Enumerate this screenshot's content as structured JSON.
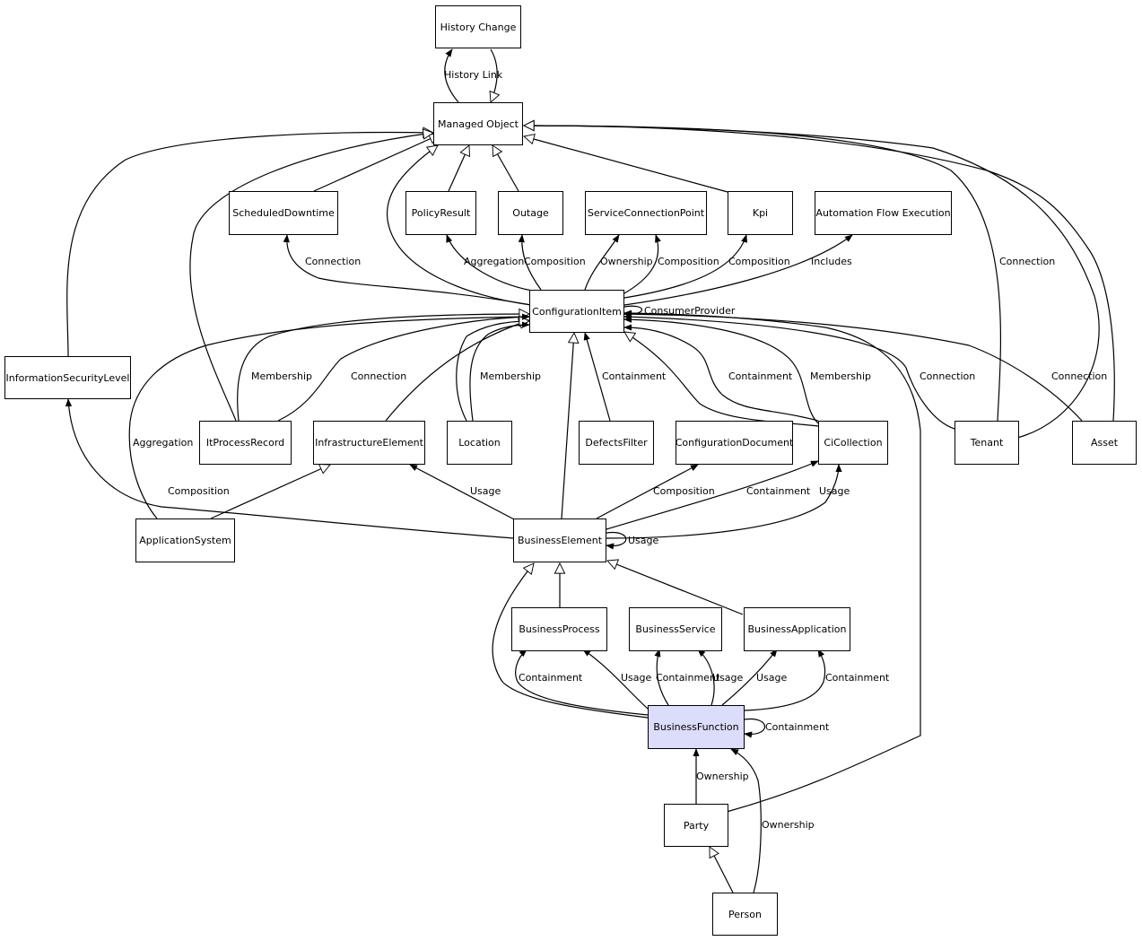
{
  "nodes": {
    "history_change": "History Change",
    "managed_object": "Managed Object",
    "scheduled_downtime": "ScheduledDowntime",
    "policy_result": "PolicyResult",
    "outage": "Outage",
    "service_connection_point": "ServiceConnectionPoint",
    "kpi": "Kpi",
    "automation_flow_execution": "Automation Flow Execution",
    "configuration_item": "ConfigurationItem",
    "information_security_level": "InformationSecurityLevel",
    "it_process_record": "ItProcessRecord",
    "infrastructure_element": "InfrastructureElement",
    "location": "Location",
    "defects_filter": "DefectsFilter",
    "configuration_document": "ConfigurationDocument",
    "ci_collection": "CiCollection",
    "tenant": "Tenant",
    "asset": "Asset",
    "application_system": "ApplicationSystem",
    "business_element": "BusinessElement",
    "business_process": "BusinessProcess",
    "business_service": "BusinessService",
    "business_application": "BusinessApplication",
    "business_function": "BusinessFunction",
    "party": "Party",
    "person": "Person"
  },
  "edge_labels": {
    "history_link": "History Link",
    "sd_connection": "Connection",
    "pr_aggregation": "Aggregation",
    "outage_composition": "Composition",
    "scp_ownership": "Ownership",
    "scp_composition": "Composition",
    "kpi_composition": "Composition",
    "afe_includes": "Includes",
    "tenant_connection_top": "Connection",
    "consumer_provider": "ConsumerProvider",
    "ipr_membership": "Membership",
    "ipr_connection": "Connection",
    "location_membership": "Membership",
    "df_containment": "Containment",
    "cc_containment": "Containment",
    "cc_membership": "Membership",
    "tenant_connection": "Connection",
    "asset_connection": "Connection",
    "as_aggregation": "Aggregation",
    "be_composition_isl": "Composition",
    "be_usage_ie": "Usage",
    "be_composition_cd": "Composition",
    "be_containment_cc": "Containment",
    "be_usage_cc": "Usage",
    "be_usage_self": "Usage",
    "bf_containment_bp": "Containment",
    "bf_usage_bp": "Usage",
    "bf_containment_bs": "Containment",
    "bf_usage_bs": "Usage",
    "bf_usage_ba": "Usage",
    "bf_containment_ba": "Containment",
    "bf_containment_self": "Containment",
    "party_ownership": "Ownership",
    "person_ownership": "Ownership"
  },
  "colors": {
    "highlight": "#dcdcfb",
    "line": "#000000",
    "background": "#ffffff"
  }
}
